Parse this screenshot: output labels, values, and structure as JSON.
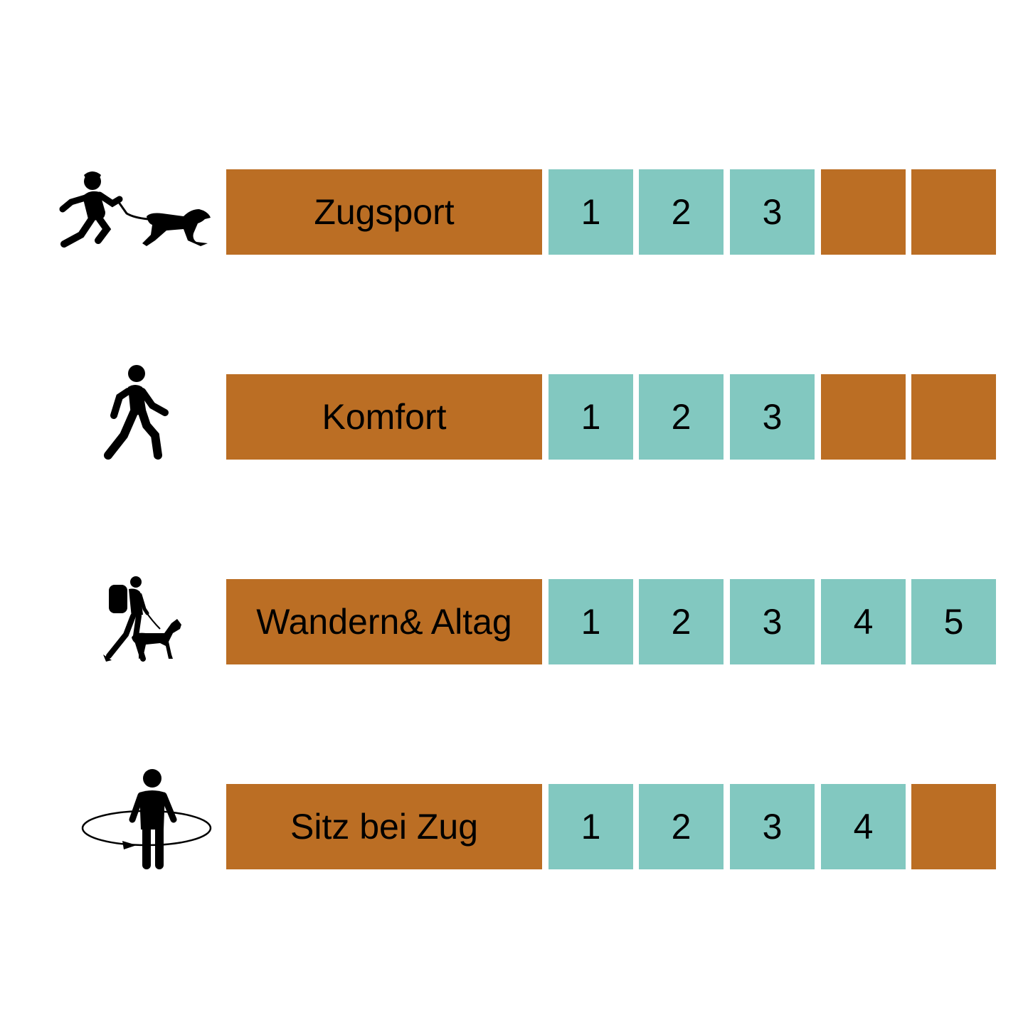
{
  "colors": {
    "label_bg": "#BB6E24",
    "filled_cell": "#82C8C0",
    "empty_cell": "#BB6E24",
    "icon": "#000000"
  },
  "rows": [
    {
      "icon": "runner-with-dog-icon",
      "label": "Zugsport",
      "cells": [
        {
          "value": "1",
          "filled": true
        },
        {
          "value": "2",
          "filled": true
        },
        {
          "value": "3",
          "filled": true
        },
        {
          "value": "",
          "filled": false
        },
        {
          "value": "",
          "filled": false
        }
      ]
    },
    {
      "icon": "walking-person-icon",
      "label": "Komfort",
      "cells": [
        {
          "value": "1",
          "filled": true
        },
        {
          "value": "2",
          "filled": true
        },
        {
          "value": "3",
          "filled": true
        },
        {
          "value": "",
          "filled": false
        },
        {
          "value": "",
          "filled": false
        }
      ]
    },
    {
      "icon": "hiker-with-dog-icon",
      "label": "Wandern& Altag",
      "cells": [
        {
          "value": "1",
          "filled": true
        },
        {
          "value": "2",
          "filled": true
        },
        {
          "value": "3",
          "filled": true
        },
        {
          "value": "4",
          "filled": true
        },
        {
          "value": "5",
          "filled": true
        }
      ]
    },
    {
      "icon": "person-rotation-icon",
      "label": "Sitz bei Zug",
      "cells": [
        {
          "value": "1",
          "filled": true
        },
        {
          "value": "2",
          "filled": true
        },
        {
          "value": "3",
          "filled": true
        },
        {
          "value": "4",
          "filled": true
        },
        {
          "value": "",
          "filled": false
        }
      ]
    }
  ]
}
